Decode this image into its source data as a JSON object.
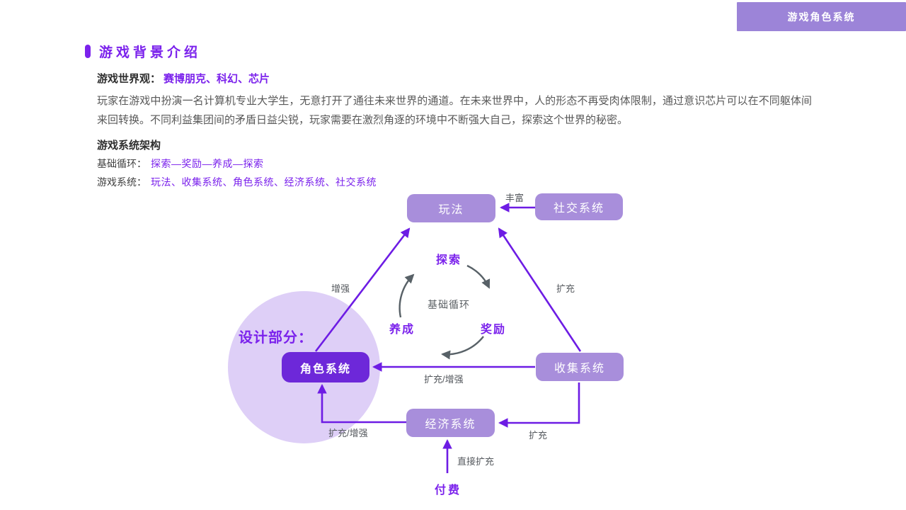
{
  "header_badge": {
    "label": "游戏角色系统",
    "bg": "#9c84d8"
  },
  "section": {
    "title": "游戏背景介绍",
    "worldview_label": "游戏世界观：",
    "worldview_value": "赛博朋克、科幻、芯片",
    "paragraph": "玩家在游戏中扮演一名计算机专业大学生，无意打开了通往未来世界的通道。在未来世界中，人的形态不再受肉体限制，通过意识芯片可以在不同躯体间来回转换。不同利益集团间的矛盾日益尖锐，玩家需要在激烈角逐的环境中不断强大自己，探索这个世界的秘密。",
    "architecture_heading": "游戏系统架构",
    "loop_label": "基础循环：",
    "loop_value": "探索—奖励—养成—探索",
    "systems_label": "游戏系统：",
    "systems_value": "玩法、收集系统、角色系统、经济系统、社交系统"
  },
  "diagram": {
    "design_scope_label": "设计部分：",
    "nodes": {
      "play": {
        "label": "玩法"
      },
      "social": {
        "label": "社交系统"
      },
      "collect": {
        "label": "收集系统"
      },
      "economy": {
        "label": "经济系统"
      },
      "role": {
        "label": "角色系统"
      },
      "pay": {
        "label": "付费"
      }
    },
    "cycle": {
      "center_label": "基础循环",
      "steps": [
        "探索",
        "奖励",
        "养成"
      ]
    },
    "edge_labels": {
      "social_to_play": "丰富",
      "role_to_play": "增强",
      "collect_to_play": "扩充",
      "collect_to_role": "扩充/增强",
      "economy_to_role": "扩充/增强",
      "collect_to_economy": "扩充",
      "pay_to_economy": "直接扩充"
    },
    "colors": {
      "accent": "#7b22ec",
      "arrow": "#6d1ce4",
      "cycle_arrow": "#586167",
      "node_bg": "#a88edb",
      "role_node_bg": "#6d28d9",
      "circle_bg": "#decff7"
    }
  }
}
